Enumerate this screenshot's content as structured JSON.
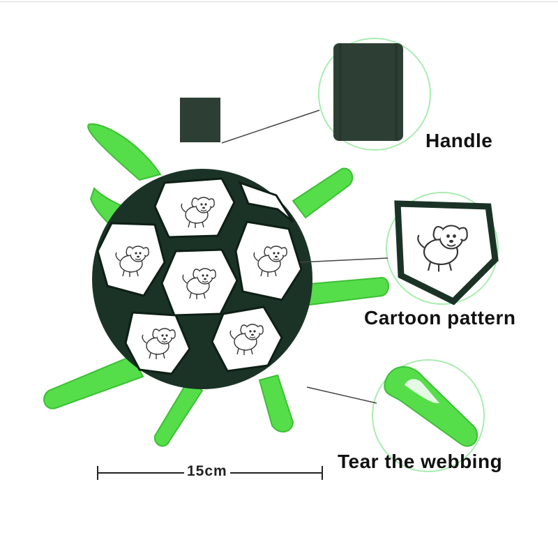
{
  "labels": {
    "handle": "Handle",
    "cartoon_pattern": "Cartoon pattern",
    "tear_webbing": "Tear the webbing",
    "dimension": "15cm"
  },
  "colors": {
    "webbing_green": "#55dd4a",
    "panel_dark": "#1b3326",
    "handle_strap": "#2d3f34",
    "zoom_circle_border": "#a9ecb0"
  }
}
